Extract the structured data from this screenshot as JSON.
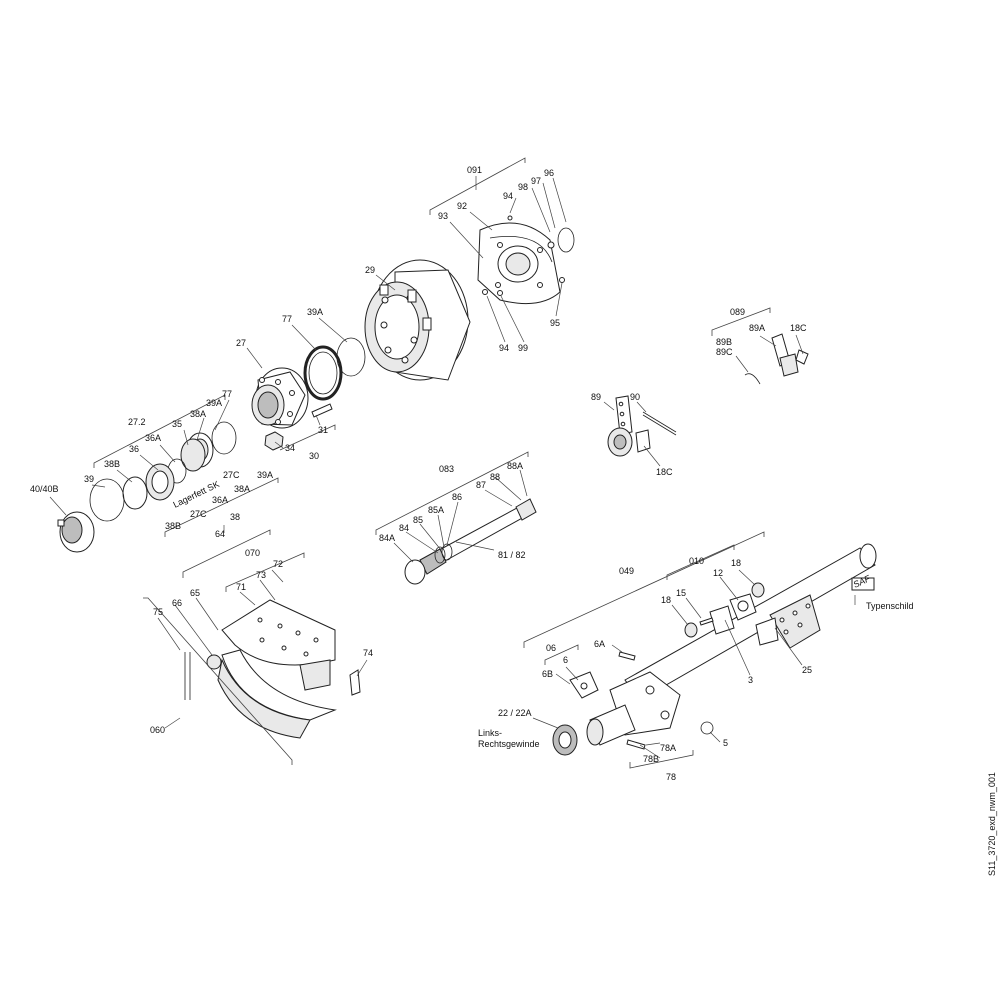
{
  "figure_id": "S11_3720_exd_nwm_001",
  "callouts": {
    "c091": "091",
    "c96": "96",
    "c97": "97",
    "c98": "98",
    "c94a": "94",
    "c92": "92",
    "c93": "93",
    "c95": "95",
    "c94b": "94",
    "c99": "99",
    "c29": "29",
    "c77a": "77",
    "c39A_a": "39A",
    "c27": "27",
    "c77b": "77",
    "c39A_b": "39A",
    "c38A_a": "38A",
    "c35": "35",
    "c27_2": "27.2",
    "c36A_a": "36A",
    "c36": "36",
    "c38B_a": "38B",
    "c39": "39",
    "c31": "31",
    "c34": "34",
    "c30": "30",
    "c40": "40/40B",
    "c27C_a": "27C",
    "c39A_c": "39A",
    "c38A_b": "38A",
    "c36A_b": "36A",
    "c27C_b": "27C",
    "c38": "38",
    "c38B_b": "38B",
    "c089": "089",
    "c89B": "89B",
    "c89C": "89C",
    "c89A": "89A",
    "c18C_a": "18C",
    "c89": "89",
    "c90": "90",
    "c18C_b": "18C",
    "c083": "083",
    "c88A": "88A",
    "c88": "88",
    "c87": "87",
    "c86": "86",
    "c85A": "85A",
    "c85": "85",
    "c84": "84",
    "c84A": "84A",
    "c81": "81 / 82",
    "c64": "64",
    "c070": "070",
    "c72": "72",
    "c73": "73",
    "c71": "71",
    "c65": "65",
    "c66": "66",
    "c75": "75",
    "c74": "74",
    "c060": "060",
    "c049": "049",
    "c010": "010",
    "c18a": "18",
    "c12": "12",
    "c18b": "18",
    "c15": "15",
    "c3": "3",
    "c25": "25",
    "c6A": "6A",
    "c06": "06",
    "c6": "6",
    "c6B": "6B",
    "c22": "22 / 22A",
    "c78A": "78A",
    "c5": "5",
    "c78B": "78B",
    "c78": "78"
  },
  "notes": {
    "lagerfett": "Lagerfett SK",
    "links": "Links-",
    "rechts": "Rechtsgewinde",
    "typenschild": "Typenschild",
    "saf": "SAF"
  }
}
